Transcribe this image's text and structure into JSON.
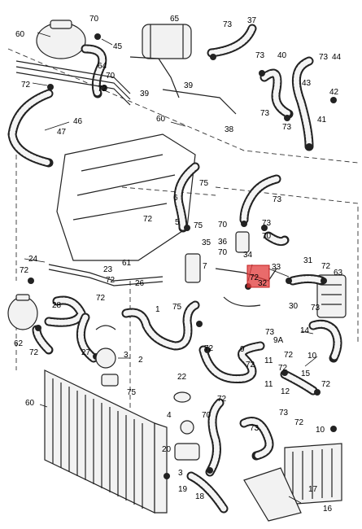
{
  "highlight_color": "#e23a3a",
  "labels": [
    "70",
    "65",
    "73",
    "37",
    "60",
    "45",
    "73",
    "40",
    "73",
    "44",
    "64",
    "70",
    "72",
    "39",
    "72",
    "43",
    "42",
    "39",
    "73",
    "46",
    "47",
    "60",
    "38",
    "73",
    "41",
    "75",
    "73",
    "6",
    "72",
    "75",
    "70",
    "73",
    "5",
    "70",
    "36",
    "35",
    "70",
    "34",
    "24",
    "72",
    "7",
    "33",
    "31",
    "72",
    "63",
    "61",
    "72",
    "23",
    "26",
    "72",
    "32",
    "28",
    "72",
    "30",
    "73",
    "1",
    "75",
    "62",
    "72",
    "27",
    "3",
    "14",
    "73",
    "9A",
    "72",
    "9",
    "72",
    "10",
    "11",
    "11",
    "2",
    "72",
    "72",
    "72",
    "15",
    "75",
    "22",
    "72",
    "12",
    "60",
    "70",
    "4",
    "73",
    "72",
    "10",
    "73",
    "20",
    "3",
    "19",
    "16",
    "18",
    "17"
  ],
  "highlight": {
    "labels": [
      "72",
      "32"
    ]
  }
}
